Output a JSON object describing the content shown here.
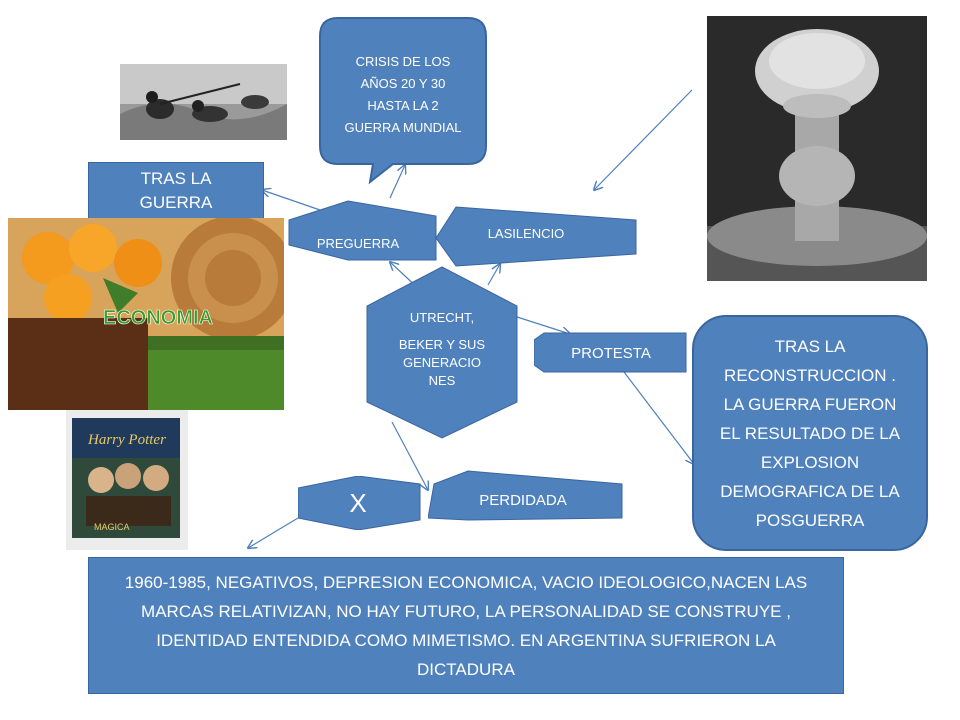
{
  "nodes": {
    "crisis_callout": "CRISIS DE LOS AÑOS 20 Y 30 HASTA LA 2 GUERRA MUNDIAL",
    "tras_la_guerra": "TRAS LA GUERRA",
    "preguerra": "PREGUERRA",
    "lasilencio": "LASILENCIO",
    "center_line1": "UTRECHT,",
    "center_line2": "BEKER Y SUS GENERACIO NES",
    "protesta": "PROTESTA",
    "reconstruccion": "TRAS LA RECONSTRUCCION . LA GUERRA FUERON EL RESULTADO DE LA EXPLOSION DEMOGRAFICA DE LA POSGUERRA",
    "x_node": "X",
    "perdidada": "PERDIDADA",
    "bottom_box": "1960-1985, NEGATIVOS, DEPRESION  ECONOMICA, VACIO IDEOLOGICO,NACEN LAS MARCAS RELATIVIZAN, NO HAY FUTURO, LA PERSONALIDAD SE CONSTRUYE , IDENTIDAD ENTENDIDA COMO MIMETISMO. EN ARGENTINA SUFRIERON LA DICTADURA"
  },
  "images": {
    "economia_label": "ECONOMIA",
    "harry_potter_logo": "Harry Potter",
    "harry_potter_small": "MAGICA"
  },
  "colors": {
    "node_fill": "#4f81bd",
    "node_border": "#3a66a0",
    "text": "#ffffff"
  }
}
